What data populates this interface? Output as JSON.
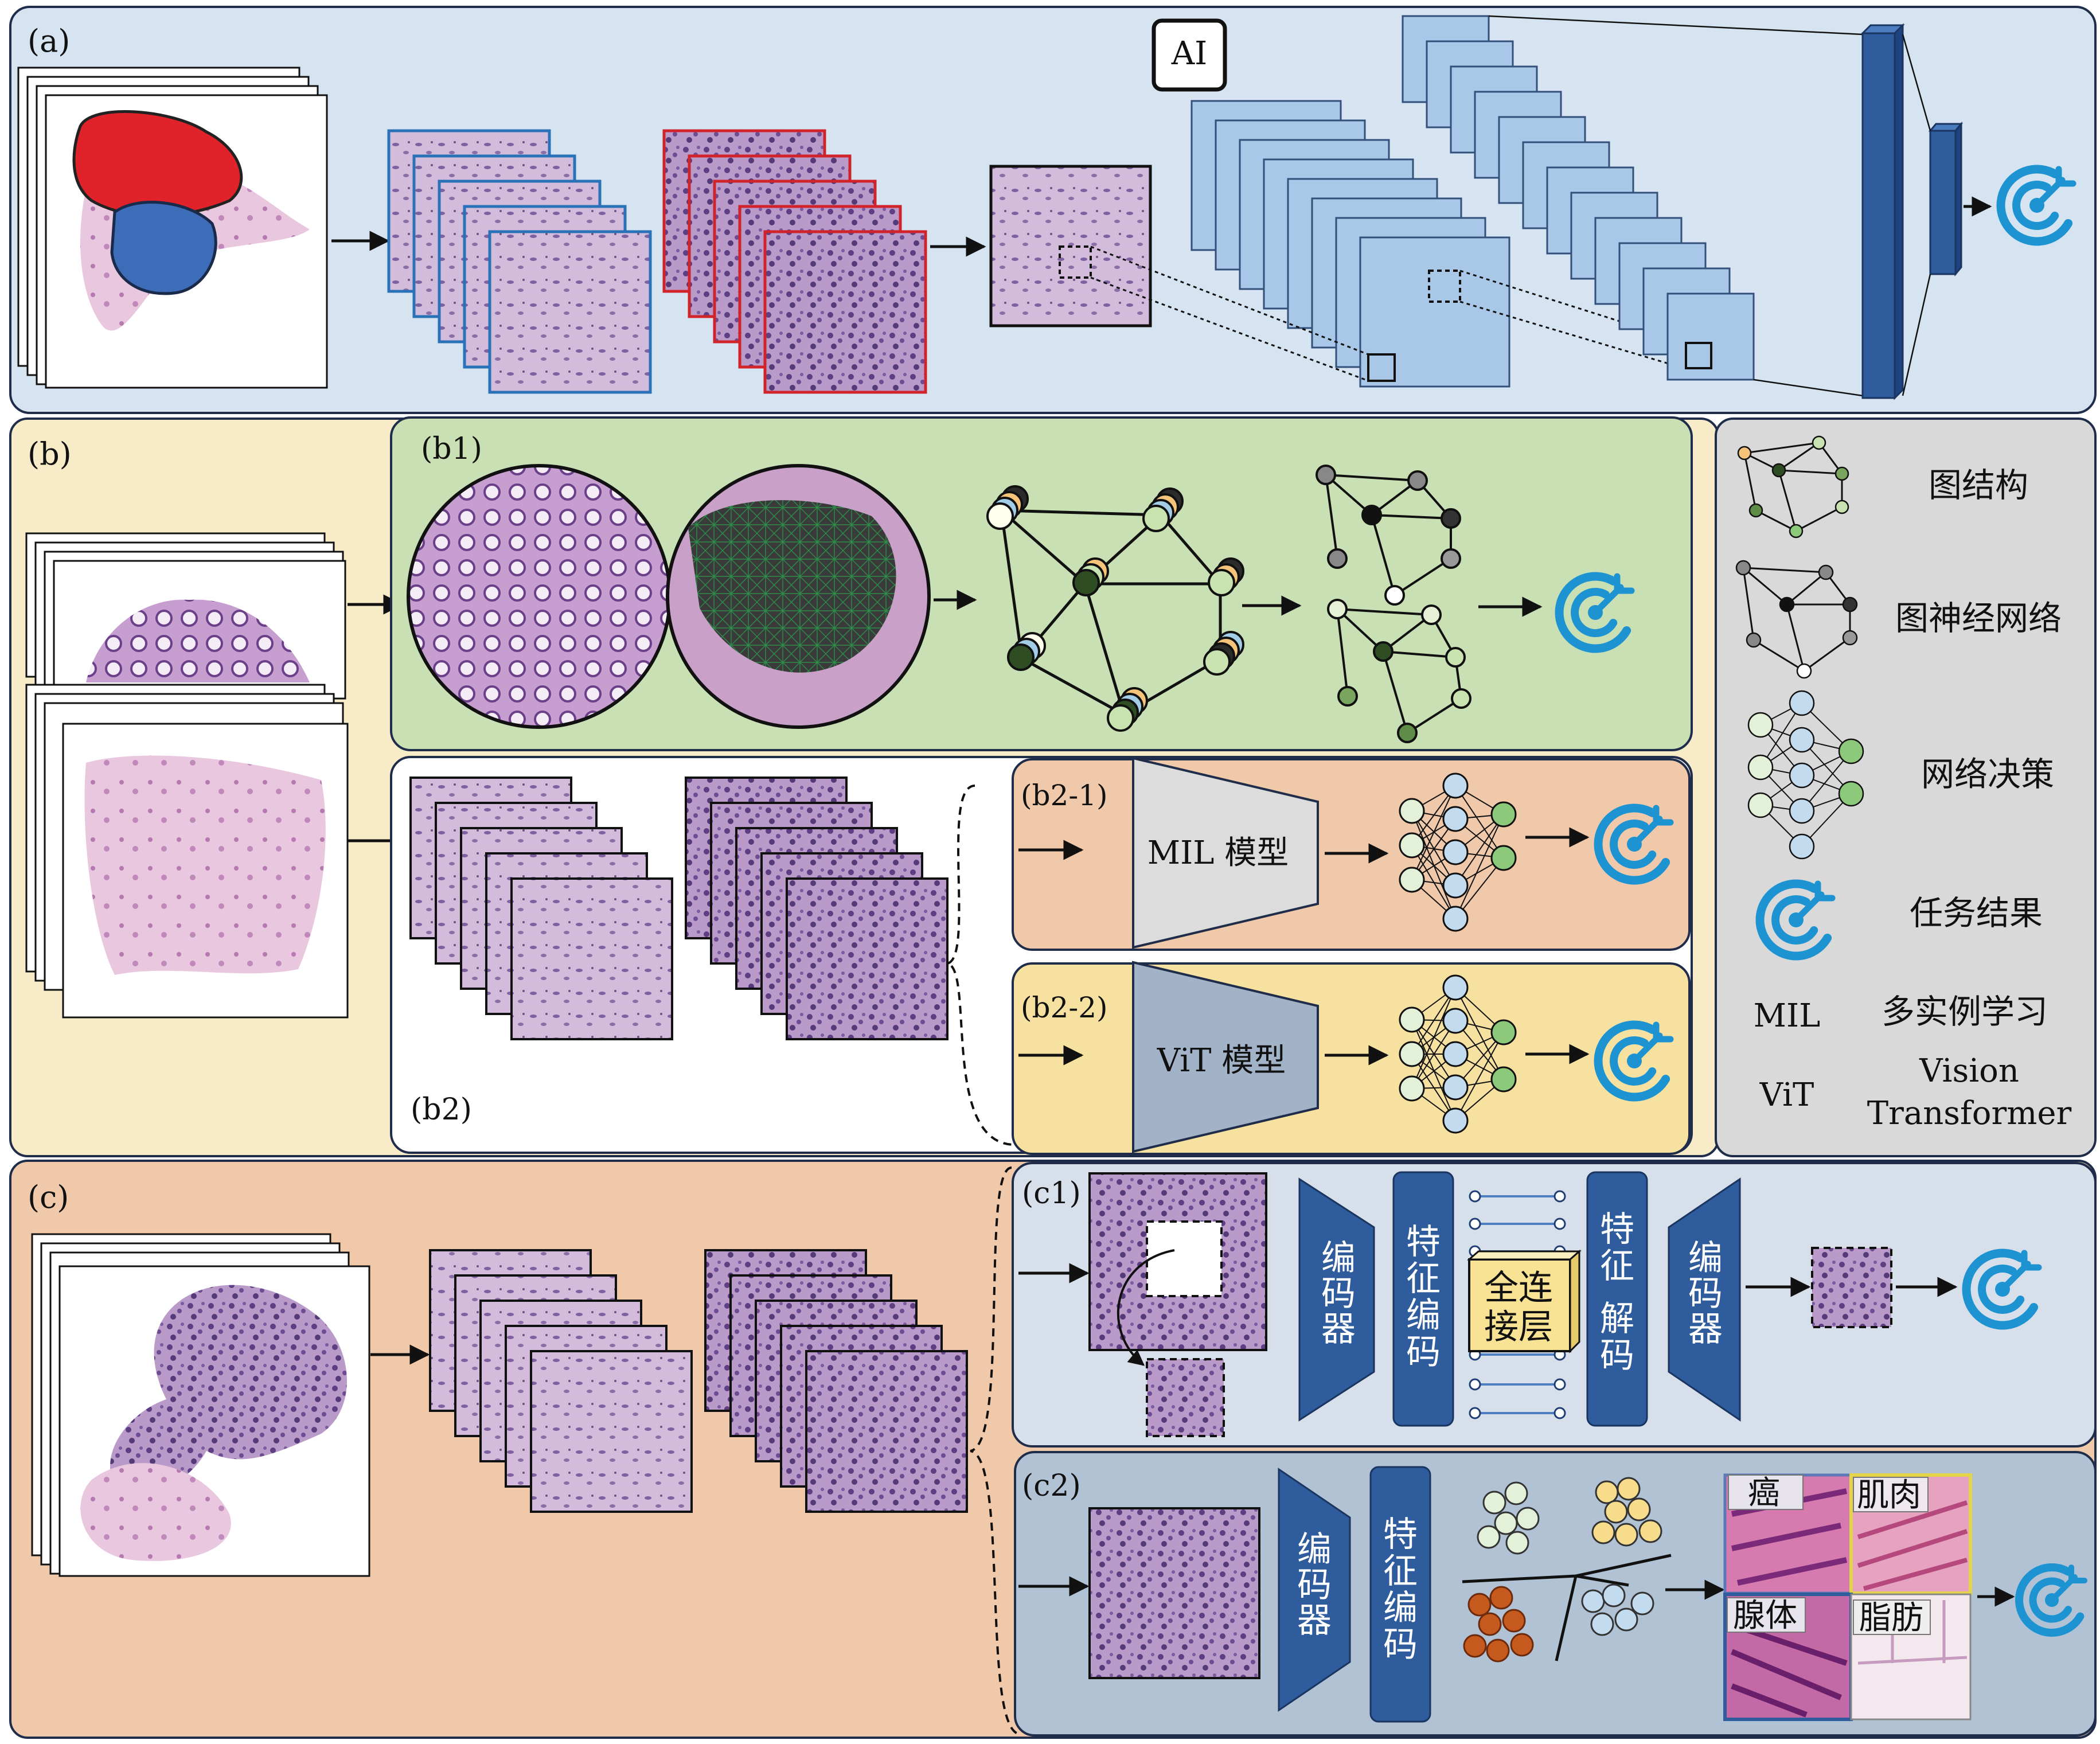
{
  "panels": {
    "a": "(a)",
    "b": "(b)",
    "b1": "(b1)",
    "b2": "(b2)",
    "b2_1": "(b2-1)",
    "b2_2": "(b2-2)",
    "c": "(c)",
    "c1": "(c1)",
    "c2": "(c2)"
  },
  "ai_badge": "AI",
  "models": {
    "mil": "MIL 模型",
    "vit": "ViT 模型"
  },
  "c1": {
    "encoder": [
      "编",
      "码",
      "器"
    ],
    "feature_encoding": [
      "特",
      "征",
      "编",
      "码"
    ],
    "fc_layer": [
      "全连",
      "接层"
    ],
    "feature_decoding": [
      "特",
      "征",
      "解",
      "码"
    ],
    "decoder": [
      "编",
      "码",
      "器"
    ]
  },
  "c2": {
    "encoder": [
      "编",
      "码",
      "器"
    ],
    "feature_encoding": [
      "特",
      "征",
      "编",
      "码"
    ],
    "tissue_labels": [
      "癌",
      "肌肉",
      "腺体",
      "脂肪"
    ]
  },
  "legend": {
    "graph_structure": "图结构",
    "gnn": "图神经网络",
    "network_decision": "网络决策",
    "task_result": "任务结果",
    "mil_abbr": "MIL",
    "mil_full": "多实例学习",
    "vit_abbr": "ViT",
    "vit_full_line1": "Vision",
    "vit_full_line2": "Transformer"
  },
  "colors": {
    "panel_a_bg": "#d6e4f2",
    "panel_b_bg": "#f8ebc8",
    "panel_b1_bg": "#c9dfb4",
    "panel_b21_bg": "#efc9aa",
    "panel_b22_bg": "#f7e1a0",
    "panel_c_bg": "#efc9aa",
    "panel_c1_bg": "#d7dfea",
    "panel_c2_bg": "#b1c2d5",
    "legend_bg": "#d9d9d9",
    "cnn_blue": "#a9c8e8",
    "block_blue": "#2f5c9c",
    "target_blue": "#1e93d2",
    "tissue_purple": "#9c78b4",
    "tissue_pink": "#d9b0cf"
  }
}
